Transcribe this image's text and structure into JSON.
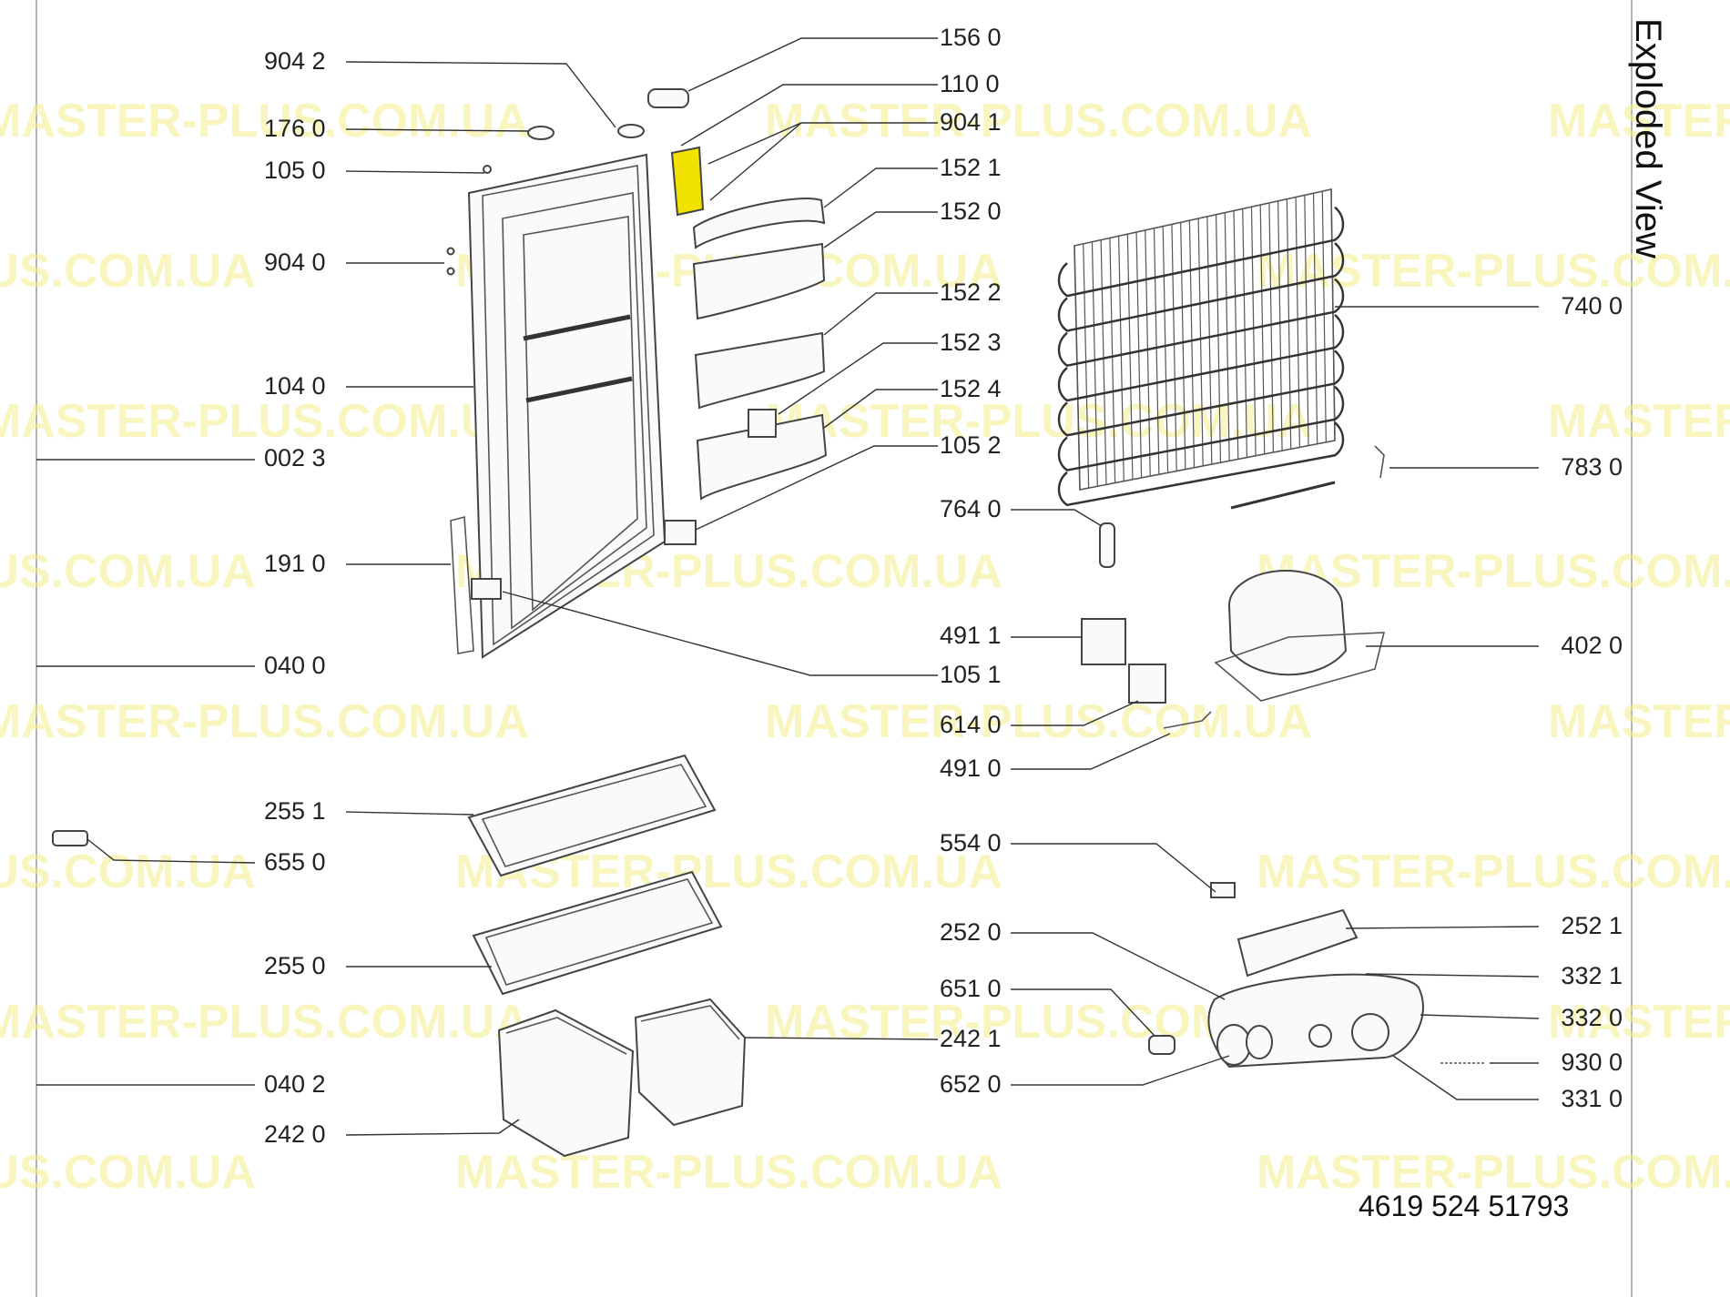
{
  "title": "Exploded View",
  "doc_number": "4619 524 51793",
  "watermark": "MASTER-PLUS.COM.UA",
  "highlight_color": "#f2e200",
  "left_labels": [
    "904 2",
    "176 0",
    "105 0",
    "904 0",
    "104 0",
    "002 3",
    "191 0",
    "040 0",
    "255 1",
    "655 0",
    "255 0",
    "040 2",
    "242 0"
  ],
  "center_labels": [
    "156 0",
    "110 0",
    "904 1",
    "152 1",
    "152 0",
    "152 2",
    "152 3",
    "152 4",
    "105 2",
    "764 0",
    "491 1",
    "105 1",
    "614 0",
    "491 0",
    "554 0",
    "252 0",
    "651 0",
    "242 1",
    "652 0"
  ],
  "right_labels": [
    "740 0",
    "783 0",
    "402 0",
    "252 1",
    "332 1",
    "332 0",
    "930 0",
    "331 0"
  ]
}
